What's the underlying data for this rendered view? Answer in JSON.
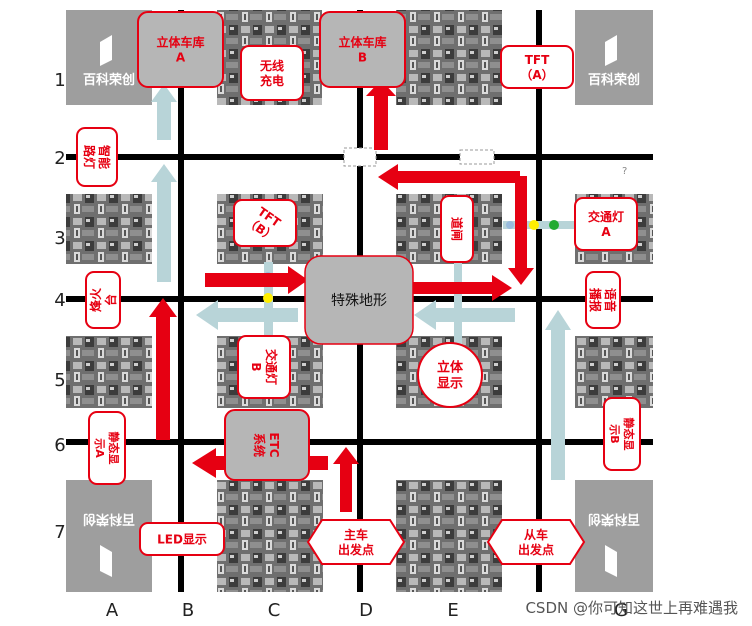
{
  "row_labels": [
    "1",
    "2",
    "3",
    "4",
    "5",
    "6",
    "7"
  ],
  "col_labels": [
    "A",
    "B",
    "C",
    "D",
    "E",
    "G"
  ],
  "labels": {
    "garage_a": [
      "立体车库",
      "A"
    ],
    "wireless": [
      "无线",
      "充电"
    ],
    "garage_b": [
      "立体车库",
      "B"
    ],
    "tft_a": [
      "TFT",
      "（A）"
    ],
    "street_light": [
      "智能",
      "路灯"
    ],
    "tft_b": [
      "TFT",
      "（B）"
    ],
    "gate": [
      "道闸"
    ],
    "traffic_a": [
      "交通灯",
      "A"
    ],
    "beacon": [
      "烽火",
      "台"
    ],
    "special": [
      "特殊地形"
    ],
    "voice": [
      "语音",
      "播报"
    ],
    "traffic_b": [
      "交通灯",
      "B"
    ],
    "stereo": [
      "立体",
      "显示"
    ],
    "static_b": [
      "静态显",
      "示B"
    ],
    "static_a": [
      "静态显",
      "示A"
    ],
    "etc": [
      "ETC",
      "系统"
    ],
    "led": [
      "LED显示"
    ],
    "main_car": [
      "主车",
      "出发点"
    ],
    "sub_car": [
      "从车",
      "出发点"
    ]
  },
  "logo_text": "百科荣创",
  "watermark": "CSDN @你可知这世上再难遇我",
  "colors": {
    "red": "#e60012",
    "arrow_blue": "#b8d4d8",
    "tile": "#b6b6b6",
    "road": "#000000"
  }
}
